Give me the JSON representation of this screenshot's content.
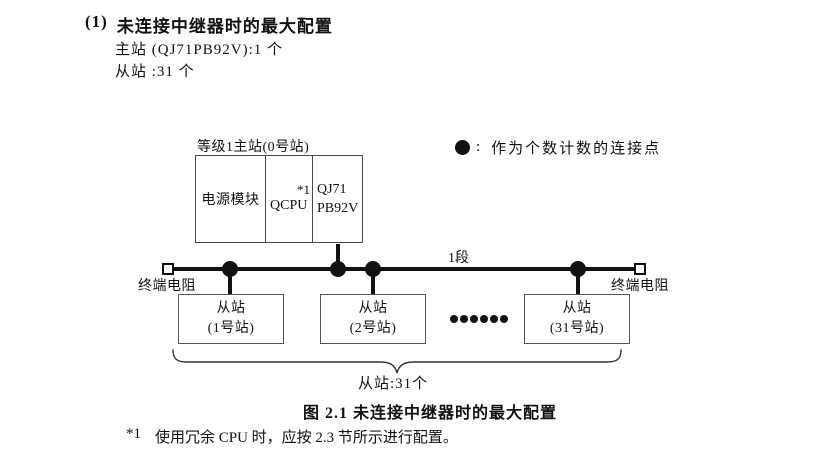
{
  "colors": {
    "text": "#111111",
    "line": "#111111",
    "box_border": "#4a4a4a",
    "background": "#ffffff"
  },
  "header": {
    "index": "(1)",
    "title": "未连接中继器时的最大配置",
    "master_line": "主站 (QJ71PB92V):1 个",
    "slave_line": "从站 :31 个"
  },
  "diagram": {
    "master_label": "等级1主站(0号站)",
    "modules": {
      "power": "电源模块",
      "cpu": "QCPU",
      "cpu_note": "*1",
      "pb_line1": "QJ71",
      "pb_line2": "PB92V"
    },
    "legend": {
      "colon": ":",
      "label": "作为个数计数的连接点"
    },
    "segment_label": "1段",
    "terminator_left": "终端电阻",
    "terminator_right": "终端电阻",
    "slaves": [
      {
        "line1": "从站",
        "line2": "(1号站)"
      },
      {
        "line1": "从站",
        "line2": "(2号站)"
      },
      {
        "line1": "从站",
        "line2": "(31号站)"
      }
    ],
    "brace_label": "从站:31个"
  },
  "caption": "图 2.1 未连接中继器时的最大配置",
  "footnote": {
    "marker": "*1",
    "text": "使用冗余 CPU 时，应按 2.3 节所示进行配置。"
  }
}
